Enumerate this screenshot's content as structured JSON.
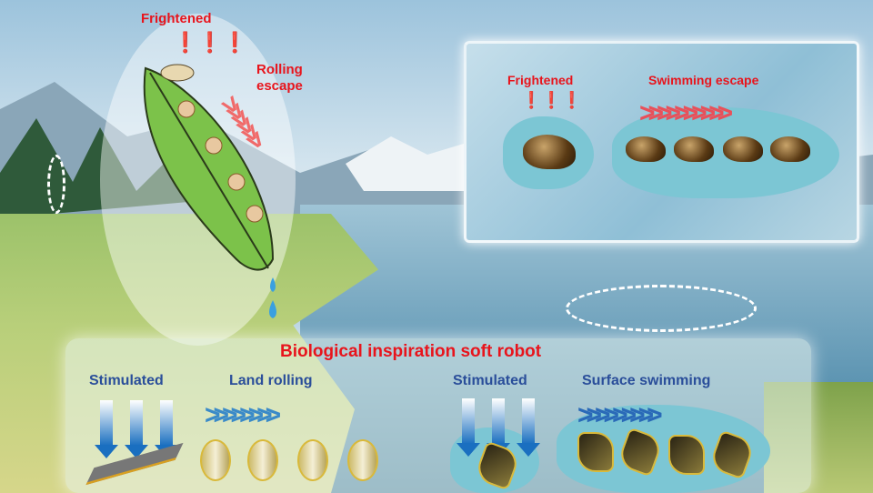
{
  "labels": {
    "frightened_leaf": "Frightened",
    "rolling_escape": "Rolling\nescape",
    "frightened_water": "Frightened",
    "swimming_escape": "Swimming escape",
    "main_title": "Biological inspiration soft robot",
    "stimulated_land": "Stimulated",
    "land_rolling": "Land rolling",
    "stimulated_water": "Stimulated",
    "surface_swimming": "Surface swimming"
  },
  "colors": {
    "red": "#e8141c",
    "blue": "#2a4e9a",
    "arrow": "#1a6fc0"
  }
}
